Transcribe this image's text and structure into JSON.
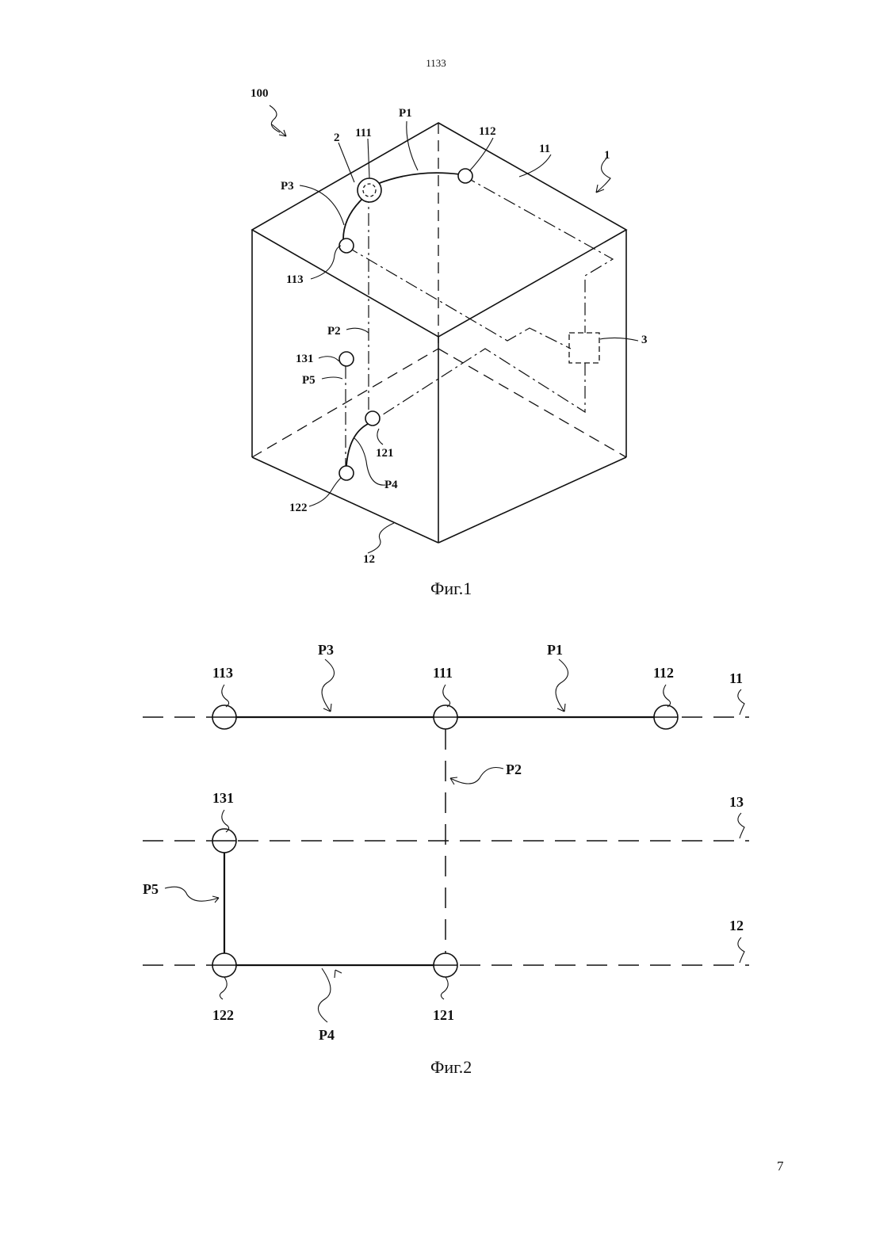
{
  "header": {
    "text": "1133"
  },
  "page_number": "7",
  "figure1": {
    "caption": "Фиг.1",
    "labels": {
      "system": "100",
      "building": "1",
      "top_floor": "11",
      "bottom_floor": "12",
      "device": "2",
      "controller": "3",
      "n111": "111",
      "n112": "112",
      "n113": "113",
      "n121": "121",
      "n122": "122",
      "n131": "131",
      "p1": "P1",
      "p2": "P2",
      "p3": "P3",
      "p4": "P4",
      "p5": "P5"
    }
  },
  "figure2": {
    "caption": "Фиг.2",
    "floor_labels": {
      "f11": "11",
      "f13": "13",
      "f12": "12"
    },
    "node_labels": {
      "n113": "113",
      "n111": "111",
      "n112": "112",
      "n131": "131",
      "n122": "122",
      "n121": "121"
    },
    "path_labels": {
      "p3": "P3",
      "p1": "P1",
      "p2": "P2",
      "p5": "P5",
      "p4": "P4"
    }
  }
}
